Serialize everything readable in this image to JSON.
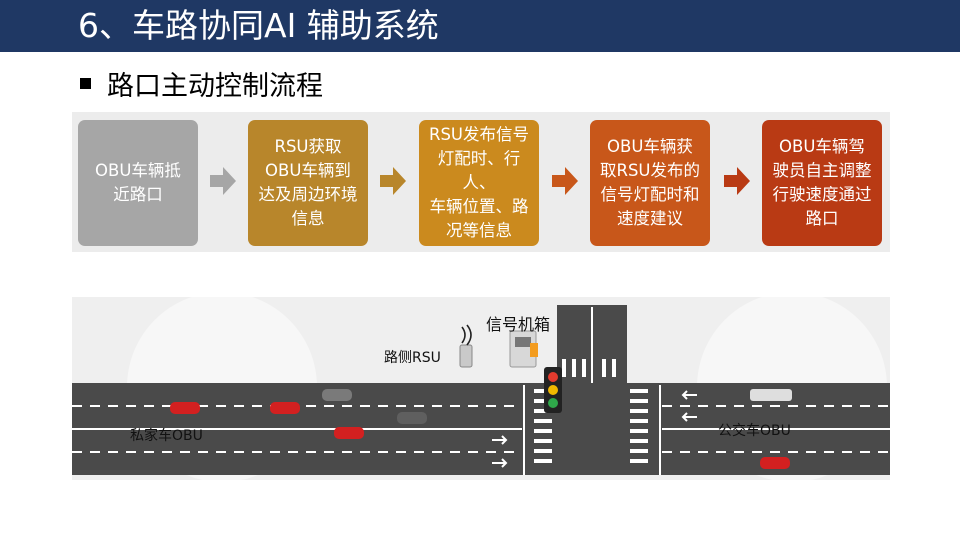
{
  "slide": {
    "title": "6、车路协同AI 辅助系统",
    "subtitle": "路口主动控制流程"
  },
  "flow_steps": [
    {
      "lines": [
        "OBU车辆抵",
        "近路口"
      ],
      "color": "#a6a6a6"
    },
    {
      "lines": [
        "RSU获取",
        "OBU车辆到",
        "达及周边环境",
        "信息"
      ],
      "color": "#b8862b"
    },
    {
      "lines": [
        "RSU发布信号",
        "灯配时、行人、",
        "车辆位置、路",
        "况等信息"
      ],
      "color": "#cb8a1e"
    },
    {
      "lines": [
        "OBU车辆获",
        "取RSU发布的",
        "信号灯配时和",
        "速度建议"
      ],
      "color": "#c8571a"
    },
    {
      "lines": [
        "OBU车辆驾",
        "驶员自主调整",
        "行驶速度通过",
        "路口"
      ],
      "color": "#b93a14"
    }
  ],
  "arrow_colors": [
    "#a6a6a6",
    "#b8862b",
    "#c8571a",
    "#b93a14"
  ],
  "scene_labels": {
    "cabinet": "信号机箱",
    "rsu": "路侧RSU",
    "private_car": "私家车OBU",
    "bus": "公交车OBU"
  },
  "icons": {
    "signal_waves": "wireless-signal-icon",
    "bullet": "square-bullet-icon"
  },
  "colors": {
    "title_bar": "#1f3864",
    "road": "#4a4a4a",
    "car_red": "#d32020"
  }
}
